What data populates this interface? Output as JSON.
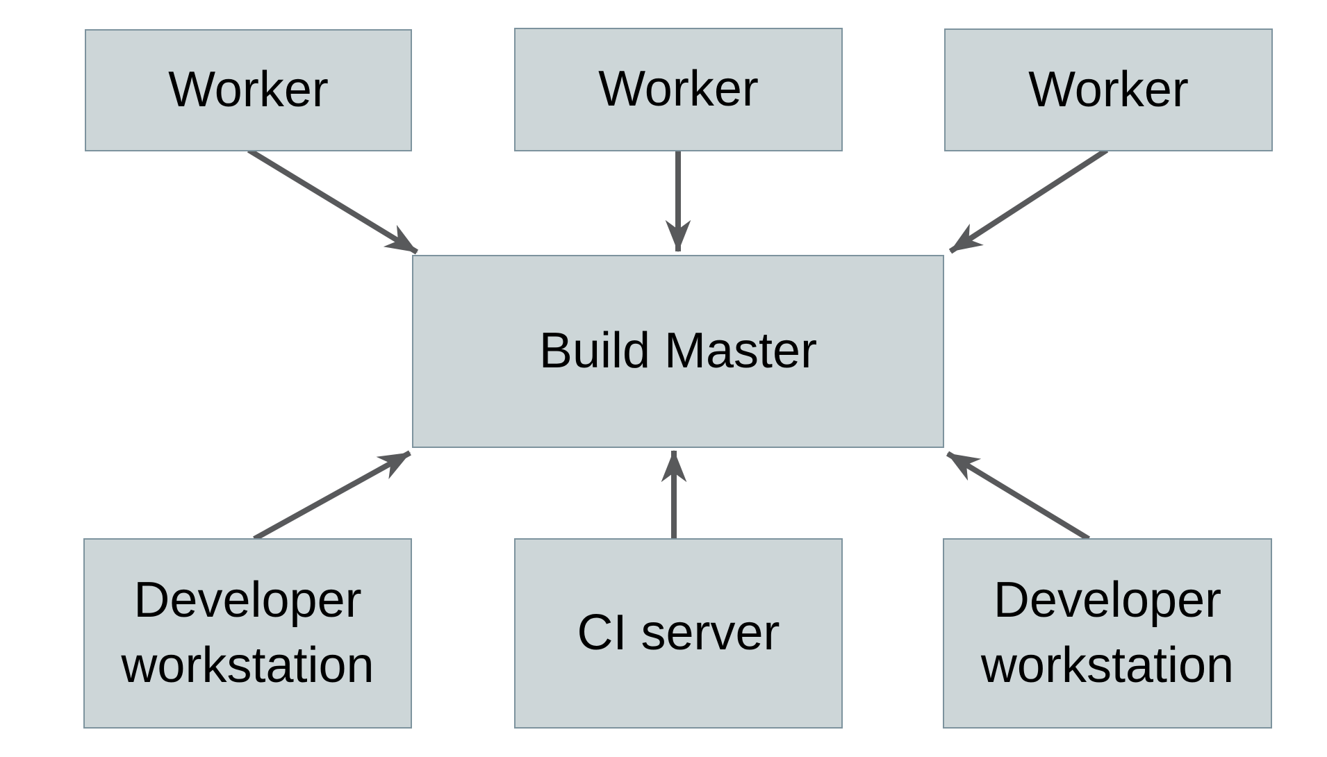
{
  "diagram": {
    "type": "topology-diagram",
    "colors": {
      "background": "#ffffff",
      "box_fill": "#cdd6d8",
      "box_border": "#7d939e",
      "arrow": "#58595b",
      "text": "#000000"
    },
    "nodes": [
      {
        "id": "worker-1",
        "label": "Worker"
      },
      {
        "id": "worker-2",
        "label": "Worker"
      },
      {
        "id": "worker-3",
        "label": "Worker"
      },
      {
        "id": "build-master",
        "label": "Build Master"
      },
      {
        "id": "developer-workstation-left",
        "label": "Developer workstation"
      },
      {
        "id": "ci-server",
        "label": "CI server"
      },
      {
        "id": "developer-workstation-right",
        "label": "Developer workstation"
      }
    ],
    "edges": [
      {
        "from": "worker-1",
        "to": "build-master",
        "direction": "into-top-left"
      },
      {
        "from": "worker-2",
        "to": "build-master",
        "direction": "into-top-center"
      },
      {
        "from": "worker-3",
        "to": "build-master",
        "direction": "into-top-right"
      },
      {
        "from": "developer-workstation-left",
        "to": "build-master",
        "direction": "into-bottom-left"
      },
      {
        "from": "ci-server",
        "to": "build-master",
        "direction": "into-bottom-center"
      },
      {
        "from": "developer-workstation-right",
        "to": "build-master",
        "direction": "into-bottom-right"
      }
    ]
  }
}
